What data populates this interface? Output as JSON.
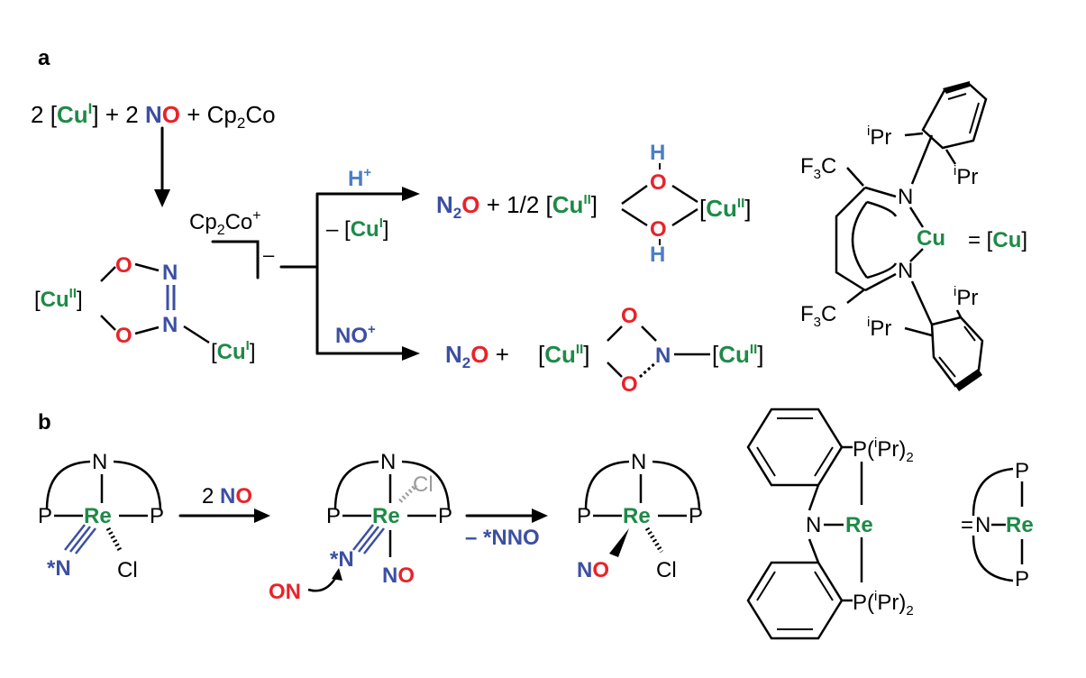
{
  "panels": {
    "a": "a",
    "b": "b"
  },
  "labels": {
    "coef2": "2",
    "cu": "Cu",
    "sup_I": "I",
    "sup_II": "II",
    "lbr": "[",
    "rbr": "]",
    "plus": "+",
    "N": "N",
    "O": "O",
    "H": "H",
    "Cp": "Cp",
    "sub2": "2",
    "Co": "Co",
    "minus": "–",
    "half": "1/2",
    "F3C_F": "F",
    "sub3": "3",
    "C": "C",
    "i": "i",
    "Pr": "Pr",
    "equals_cu": "= [Cu]",
    "Re": "Re",
    "P": "P",
    "Cl": "Cl",
    "star_N": "*N",
    "two_NO_text": "2",
    "NO": "NO",
    "ON": "ON",
    "minus_star_NNO": "– *NNO",
    "equals": "=",
    "Pipr2_a": "P(",
    "Pipr2_b": "Pr)",
    "Pipr2_c": "2"
  },
  "colors": {
    "green": "#1e8a47",
    "blue": "#3b4fa3",
    "red": "#e8232a",
    "lightblue": "#4b7fc4",
    "gray": "#9a9a9a"
  }
}
